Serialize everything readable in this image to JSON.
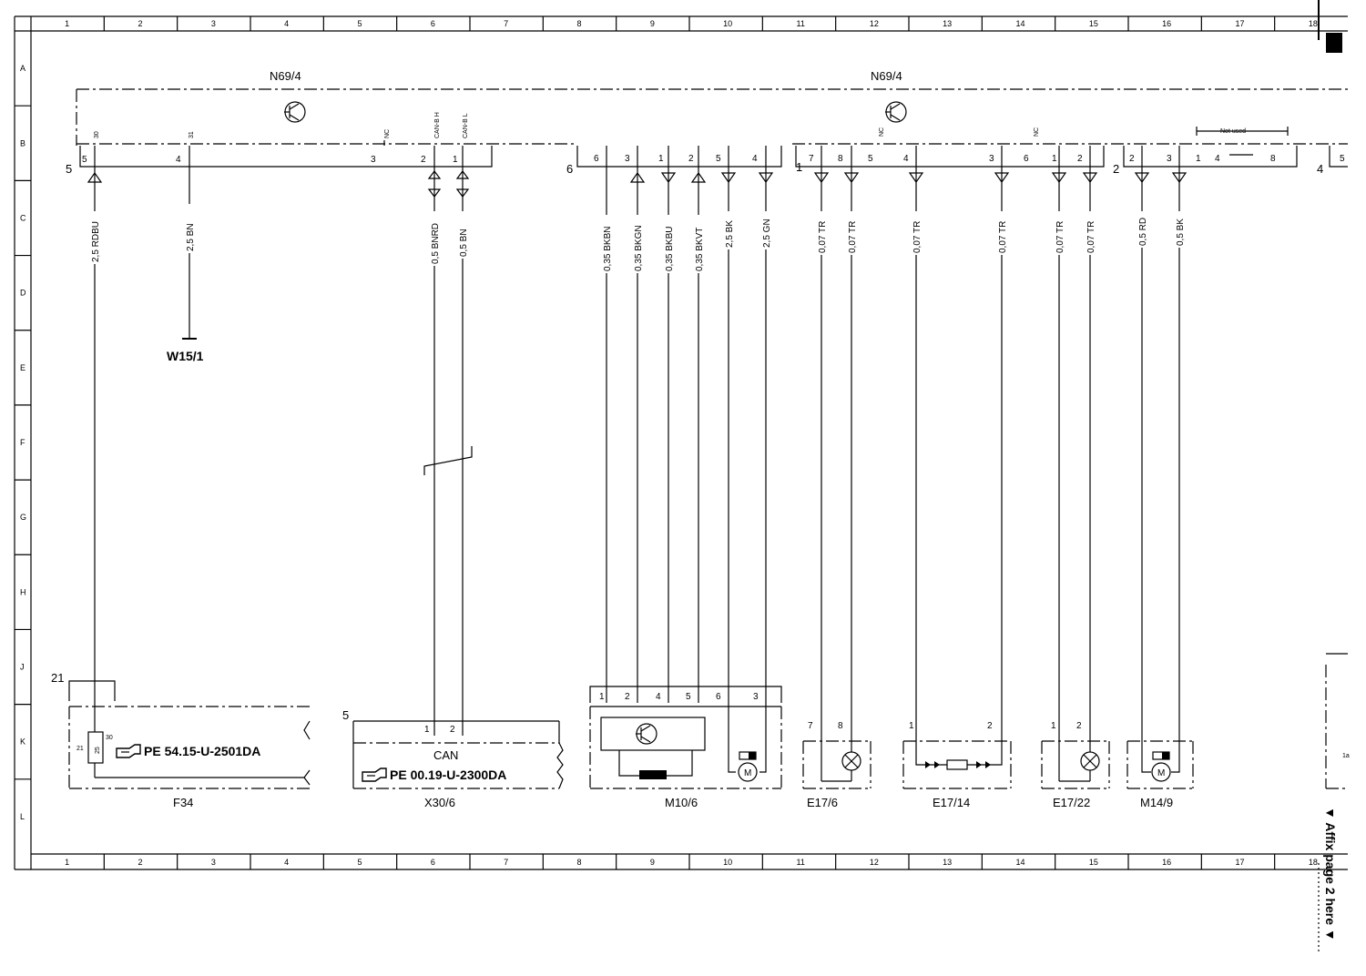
{
  "grid_columns": [
    "1",
    "2",
    "3",
    "4",
    "5",
    "6",
    "7",
    "8",
    "9",
    "10",
    "11",
    "12",
    "13",
    "14",
    "15",
    "16",
    "17",
    "18"
  ],
  "grid_rows": [
    "A",
    "B",
    "C",
    "D",
    "E",
    "F",
    "G",
    "H",
    "J",
    "K",
    "L"
  ],
  "modules": {
    "left": {
      "name": "N69/4",
      "connector": "5"
    },
    "right": {
      "name": "N69/4"
    }
  },
  "connector_numbers": {
    "c5": "5",
    "c6": "6",
    "c1": "1",
    "c2": "2",
    "c4": "4"
  },
  "left_pins": [
    {
      "pin": "5",
      "label": "30",
      "wire": "2,5 RDBU"
    },
    {
      "pin": "4",
      "label": "31",
      "wire": "2,5 BN"
    },
    {
      "pin": "3",
      "label": "NC",
      "wire": ""
    },
    {
      "pin": "2",
      "label": "CAN-B H",
      "wire": "0,5 BNRD"
    },
    {
      "pin": "1",
      "label": "CAN-B L",
      "wire": "0,5 BN"
    }
  ],
  "c6_pins": [
    {
      "pin": "6",
      "wire": "0,35 BKBN"
    },
    {
      "pin": "3",
      "wire": "0,35 BKGN"
    },
    {
      "pin": "1",
      "wire": "0,35 BKBU"
    },
    {
      "pin": "2",
      "wire": "0,35 BKVT"
    },
    {
      "pin": "5",
      "wire": "2,5 BK"
    },
    {
      "pin": "4",
      "wire": "2,5 GN"
    }
  ],
  "c1_pins": [
    {
      "pin": "7",
      "wire": "0,07 TR"
    },
    {
      "pin": "8",
      "wire": "0,07 TR"
    },
    {
      "pin": "5",
      "wire": ""
    },
    {
      "pin": "4",
      "wire": "0,07 TR"
    },
    {
      "pin": "3",
      "wire": "0,07 TR"
    },
    {
      "pin": "6",
      "wire": ""
    },
    {
      "pin": "1",
      "wire": "0,07 TR"
    },
    {
      "pin": "2",
      "wire": "0,07 TR"
    }
  ],
  "c2_pins": [
    {
      "pin": "2",
      "wire": "0,5 RD"
    },
    {
      "pin": "3",
      "wire": "0,5 BK"
    },
    {
      "pin": "1",
      "wire": ""
    },
    {
      "pin": "4",
      "wire": ""
    },
    {
      "pin": "8",
      "wire": ""
    }
  ],
  "c4_pin": "5",
  "nc_label": "NC",
  "not_used_label": "Not used",
  "ground_label": "W15/1",
  "components": {
    "f34": {
      "name": "F34",
      "ref": "PE 54.15-U-2501DA",
      "num": "21",
      "pin_a": "21",
      "pin_b": "30",
      "fuse": "25"
    },
    "x30": {
      "name": "X30/6",
      "ref": "PE 00.19-U-2300DA",
      "num": "5",
      "can": "CAN",
      "pin1": "1",
      "pin2": "2"
    },
    "m10": {
      "name": "M10/6",
      "pins": [
        "1",
        "2",
        "4",
        "5",
        "6",
        "3"
      ],
      "motor": "M"
    },
    "e17_6": {
      "name": "E17/6",
      "pin_a": "7",
      "pin_b": "8"
    },
    "e17_14": {
      "name": "E17/14",
      "pin_a": "1",
      "pin_b": "2"
    },
    "e17_22": {
      "name": "E17/22",
      "pin_a": "1",
      "pin_b": "2"
    },
    "m14": {
      "name": "M14/9",
      "motor": "M"
    }
  },
  "side_note": "▼ Affix page 2 here ▼",
  "corner_label": "1a"
}
